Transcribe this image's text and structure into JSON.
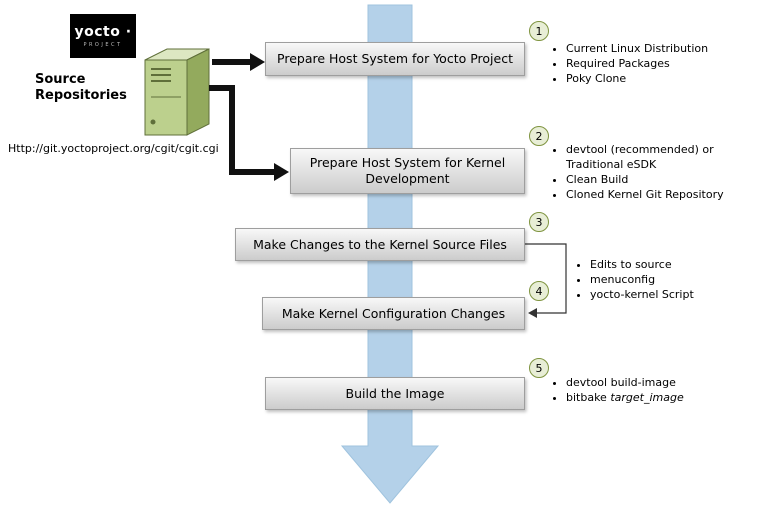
{
  "logo": {
    "title": "yocto ·",
    "subtitle": "PROJECT"
  },
  "source": {
    "label_line1": "Source",
    "label_line2": "Repositories",
    "url": "Http://git.yoctoproject.org/cgit/cgit.cgi"
  },
  "steps": [
    {
      "num": "1",
      "label": "Prepare Host System for Yocto Project",
      "bullets": [
        "Current Linux Distribution",
        "Required Packages",
        "Poky Clone"
      ]
    },
    {
      "num": "2",
      "label": "Prepare Host System for Kernel Development",
      "bullets": [
        "devtool (recommended) or Traditional eSDK",
        "Clean Build",
        "Cloned Kernel Git Repository"
      ]
    },
    {
      "num": "3",
      "label": "Make Changes to the Kernel Source Files"
    },
    {
      "num": "4",
      "label": "Make Kernel Configuration Changes"
    },
    {
      "num": "5",
      "label": "Build the Image"
    }
  ],
  "shared_bullets_steps_3_4": [
    "Edits to source",
    "menuconfig",
    "yocto-kernel Script"
  ],
  "step5_bullets": {
    "b1": "devtool build-image",
    "b2_prefix": "bitbake ",
    "b2_italic": "target_image"
  },
  "colors": {
    "flow_arrow": "#b4d1e9",
    "flow_arrow_edge": "#9fc3de",
    "circle_fill": "#e8eed6",
    "circle_border": "#7f9440",
    "box_fill_top": "#f8f8f8",
    "box_fill_bottom": "#cccccc",
    "server_front": "#bcd08d",
    "server_side": "#93aa5d",
    "server_top": "#dde7c2"
  }
}
